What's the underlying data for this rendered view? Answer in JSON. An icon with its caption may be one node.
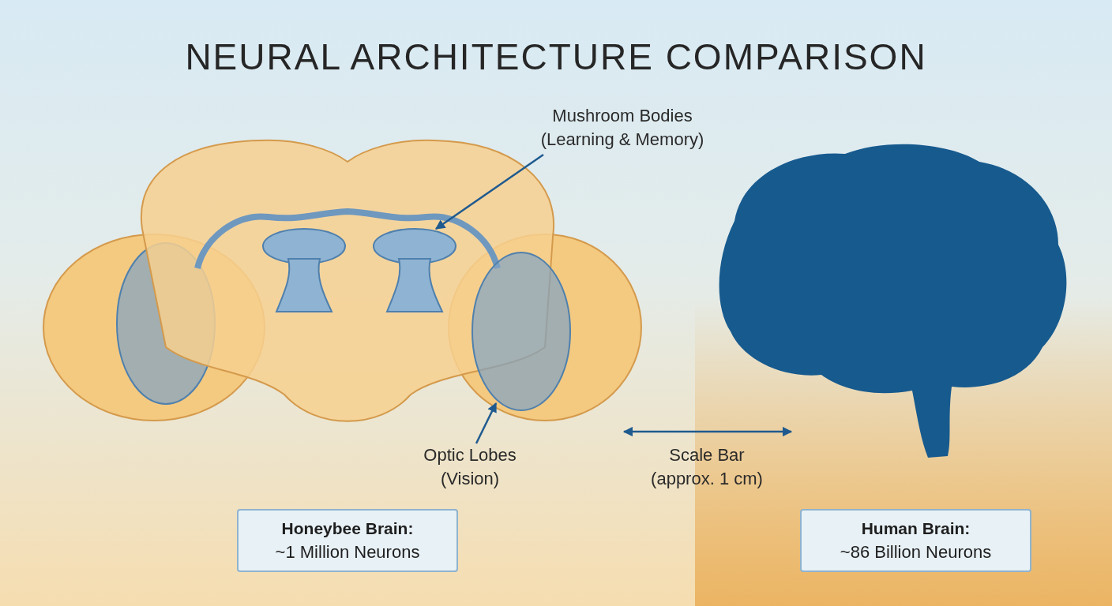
{
  "diagram": {
    "title": "NEURAL ARCHITECTURE COMPARISON",
    "nodes": [
      {
        "text": [
          "Mushroom Bodies (Learning & Memory)"
        ]
      },
      {
        "text": [],
        "shape": "picture"
      },
      {
        "text": [
          "Optic Lobes (Vision)"
        ]
      },
      {
        "text": [],
        "shape": "ellipse"
      },
      {
        "text": [
          "Honeybee Brain:",
          "~1 Million Neurons"
        ]
      },
      {
        "text": [
          "Human Brain:",
          "~86 Billion Neurons"
        ]
      }
    ],
    "edges": [
      {
        "from": 0,
        "to": 1,
        "arrow": "to"
      },
      {
        "from": 2,
        "to": 3,
        "arrow": "to"
      }
    ],
    "labels": [
      "Scale Bar (approx. 1 cm)"
    ]
  }
}
